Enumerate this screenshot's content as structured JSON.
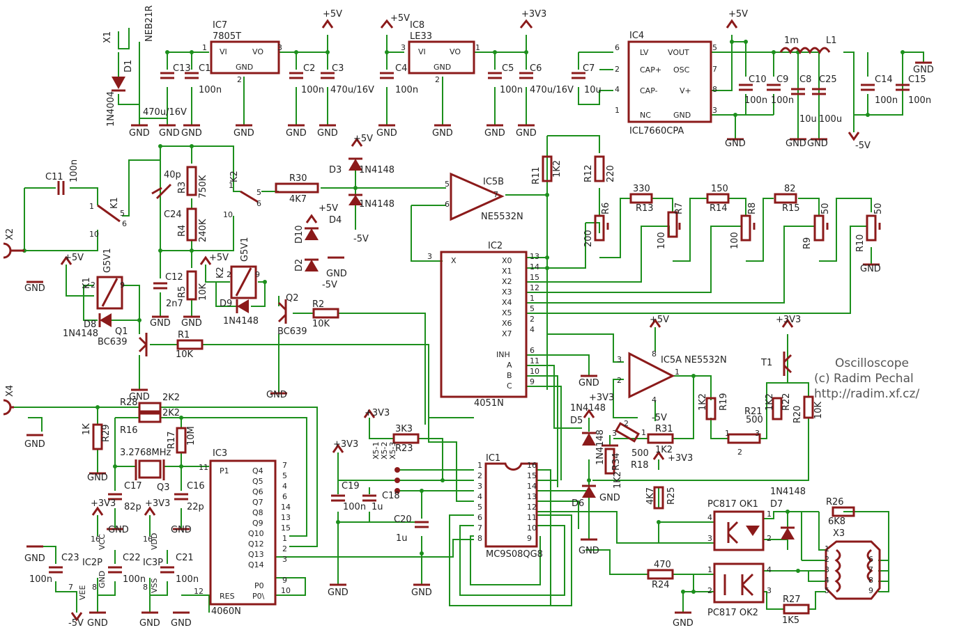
{
  "title": {
    "line1": "Oscilloscope",
    "line2": "(c) Radim Pechal",
    "line3": "http://radim.xf.cz/"
  },
  "colors": {
    "wire": "#1c8f1c",
    "symbol": "#8b1a1a",
    "text": "#222222",
    "credit": "#555555"
  },
  "power": {
    "gnd": "GND",
    "p5": "+5V",
    "p33": "+3V3",
    "m5": "-5V"
  },
  "ics": {
    "ic7": {
      "name": "IC7",
      "part": "7805T",
      "vi": "VI",
      "vo": "VO",
      "gnd": "GND"
    },
    "ic8": {
      "name": "IC8",
      "part": "LE33",
      "vi": "VI",
      "vo": "VO",
      "gnd": "GND"
    },
    "ic4": {
      "name": "IC4",
      "part": "ICL7660CPA",
      "lv": "LV",
      "capp": "CAP+",
      "capm": "CAP-",
      "nc": "NC",
      "vout": "VOUT",
      "osc": "OSC",
      "vplus": "V+",
      "gnd": "GND"
    },
    "ic5b": {
      "name": "IC5B",
      "part": "NE5532N"
    },
    "ic5a": {
      "name": "IC5A",
      "part": "NE5532N"
    },
    "ic2": {
      "name": "IC2",
      "part": "4051N",
      "x": "X",
      "x0": "X0",
      "x1": "X1",
      "x2": "X2",
      "x3": "X3",
      "x4": "X4",
      "x5": "X5",
      "x6": "X6",
      "x7": "X7",
      "inh": "INH",
      "a": "A",
      "b": "B",
      "c": "C"
    },
    "ic3": {
      "name": "IC3",
      "part": "4060N",
      "p1": "P1",
      "res": "RES",
      "p0": "P0",
      "p0b": "P0\\",
      "q4": "Q4",
      "q5": "Q5",
      "q6": "Q6",
      "q7": "Q7",
      "q8": "Q8",
      "q9": "Q9",
      "q10": "Q10",
      "q12": "Q12",
      "q13": "Q13",
      "q14": "Q14"
    },
    "ic1": {
      "name": "IC1",
      "part": "MC9S08QG8"
    },
    "ok1": "PC817 OK1",
    "ok2": "PC817 OK2",
    "ic2p": "IC2P",
    "ic3p": "IC3P",
    "vcc": "VCC",
    "vdd": "VDD",
    "vee": "VEE",
    "vss": "VSS",
    "gndpin": "GND"
  },
  "parts": {
    "x1": "X1",
    "neb": "NEB21R",
    "d1": "D1",
    "d1v": "1N4004",
    "c13": "C13",
    "c13v": "470u/16V",
    "c1": "C1",
    "c1v": "100n",
    "c2": "C2",
    "c2v": "100n",
    "c3": "C3",
    "c3v": "470u/16V",
    "c4": "C4",
    "c4v": "100n",
    "c5": "C5",
    "c5v": "100n",
    "c6": "C6",
    "c6v": "470u/16V",
    "c7": "C7",
    "c7v": "10u",
    "c10": "C10",
    "c10v": "100n",
    "c9": "C9",
    "c9v": "100n",
    "c8": "C8",
    "c8v": "10u",
    "c25": "C25",
    "c25v": "100u",
    "l1": "L1",
    "l1v": "1m",
    "c14": "C14",
    "c14v": "100n",
    "c15": "C15",
    "c15v": "100n",
    "c11": "C11",
    "c11v": "100n",
    "x2": "X2",
    "k1": "K1",
    "k2": "K2",
    "c24": "C24",
    "c24v": "40p",
    "r3": "R3",
    "r3v": "750K",
    "r4": "R4",
    "r4v": "240K",
    "c12": "C12",
    "c12v": "2n7",
    "r5": "R5",
    "r5v": "10K",
    "r30": "R30",
    "r30v": "4K7",
    "d3": "D3",
    "d4": "D4",
    "d3v": "1N4148",
    "d4v": "1N4148",
    "d10": "D10",
    "d2": "D2",
    "g5v1": "G5V1",
    "d8": "D8",
    "d8v": "1N4148",
    "d9": "D9",
    "d9v": "1N4148",
    "q1": "Q1",
    "q1v": "BC639",
    "q2": "Q2",
    "q2v": "BC639",
    "r1": "R1",
    "r1v": "10K",
    "r2": "R2",
    "r2v": "10K",
    "r11": "R11",
    "r11v": "1K2",
    "r12": "R12",
    "r12v": "220",
    "r13": "R13",
    "r13v": "330",
    "r14": "R14",
    "r14v": "150",
    "r15": "R15",
    "r15v": "82",
    "r6": "R6",
    "r6v": "200",
    "r7": "R7",
    "r7v": "100",
    "r8": "R8",
    "r8v": "100",
    "r9": "R9",
    "r9v": "50",
    "r10": "R10",
    "r10v": "50",
    "x4": "X4",
    "r28": "R28",
    "r28v": "2K2",
    "r16": "R16",
    "r16v": "2K2",
    "r29": "R29",
    "r29v": "1K",
    "r17": "R17",
    "r17v": "10M",
    "q3": "Q3",
    "q3v": "3.2768MHz",
    "c17": "C17",
    "c17v": "82p",
    "c16": "C16",
    "c16v": "22p",
    "c23": "C23",
    "c23v": "100n",
    "c22": "C22",
    "c22v": "100n",
    "c21": "C21",
    "c21v": "100n",
    "c19": "C19",
    "c19v": "100n",
    "c18": "C18",
    "c18v": "1u",
    "c20": "C20",
    "c20v": "1u",
    "r23": "R23",
    "r23v": "3K3",
    "x51": "X5-1",
    "x52": "X5-2",
    "x53": "X5-3",
    "d5": "D5",
    "d6": "D6",
    "d5v": "1N4148",
    "r34": "R34",
    "r34v": "1K2",
    "r18": "R18",
    "r18v": "500",
    "r31": "R31",
    "r31v": "1K2",
    "r19": "R19",
    "r19v": "1K2",
    "r21": "R21",
    "r21v": "500",
    "r22": "R22",
    "r22v": "1K2",
    "t1": "T1",
    "r20": "R20",
    "r20v": "10K",
    "r25": "R25",
    "r25v": "4K7",
    "r24": "R24",
    "r24v": "470",
    "r26": "R26",
    "r26v": "6K8",
    "r27": "R27",
    "r27v": "1K5",
    "d7": "D7",
    "d7v": "1N4148",
    "x3": "X3"
  }
}
